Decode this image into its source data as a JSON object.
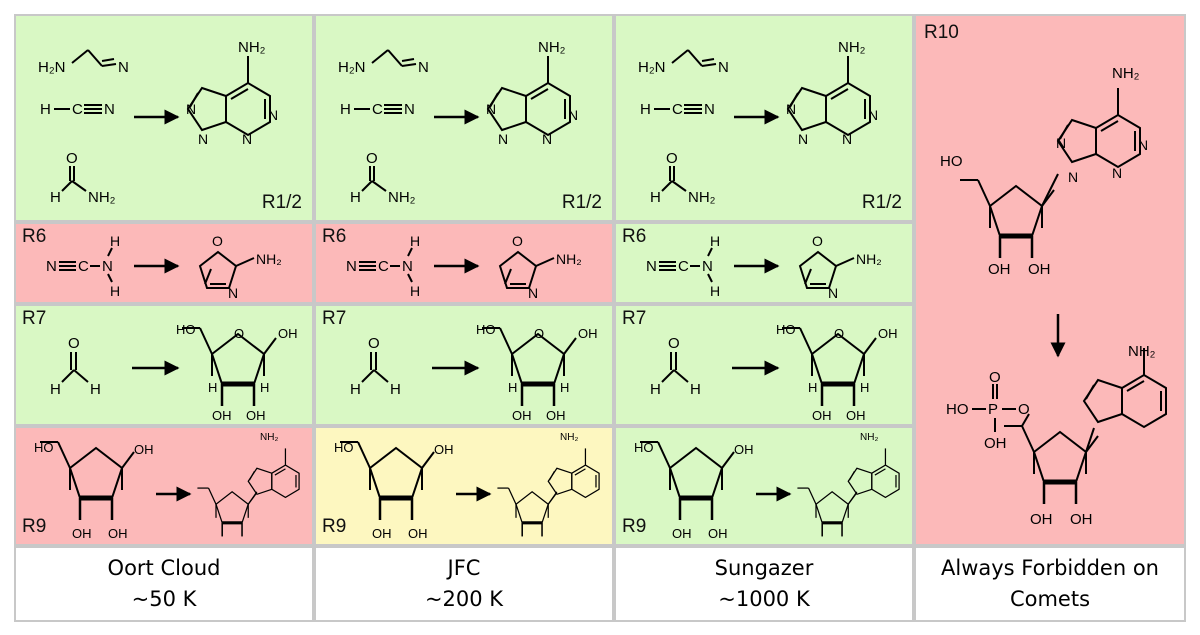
{
  "columns": [
    {
      "name": "Oort Cloud",
      "temp": "~50 K"
    },
    {
      "name": "JFC",
      "temp": "~200 K"
    },
    {
      "name": "Sungazer",
      "temp": "~1000 K"
    },
    {
      "name": "Always Forbidden on",
      "temp": "Comets"
    }
  ],
  "reactions": {
    "r12": "R1/2",
    "r6": "R6",
    "r7": "R7",
    "r9": "R9",
    "r10": "R10"
  },
  "colors": {
    "allowed": "#d9f8c4",
    "forbidden": "#fcb9b9",
    "partial": "#fdf7c0"
  },
  "atoms": {
    "h": "H",
    "n": "N",
    "o": "O",
    "c": "C",
    "h2n": "H₂N",
    "nh2": "NH₂",
    "ho": "HO",
    "oh": "OH",
    "hop": "HO–P",
    "p": "P"
  }
}
